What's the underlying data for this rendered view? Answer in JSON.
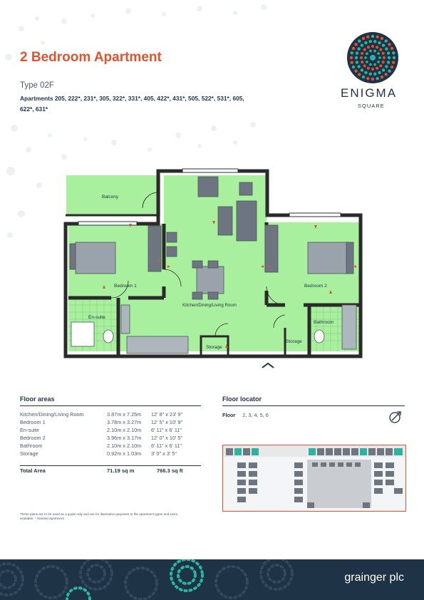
{
  "header": {
    "title": "2 Bedroom Apartment",
    "type": "Type 02F",
    "apartments": "Apartments 205, 222*, 231*, 305, 322*, 331*, 405, 422*, 431*, 505, 522*, 531*, 605, 622*, 631*"
  },
  "brand": {
    "name": "ENIGMA",
    "subtitle": "SQUARE",
    "accent": "#e0532e",
    "navy": "#1f3346",
    "teal": "#2bb5a0"
  },
  "plan": {
    "room_color": "#a8ef9e",
    "rooms": {
      "balcony": "Balcony",
      "bedroom1": "Bedroom 1",
      "ensuite": "En-suite",
      "kitchen": "Kitchen/Dining/Living Room",
      "bedroom2": "Bedroom 2",
      "bathroom": "Bathroom",
      "storage1": "Storage",
      "storage2": "Storage"
    }
  },
  "floor_areas": {
    "heading": "Floor areas",
    "rows": [
      {
        "room": "Kitchen/Dining/Living Room",
        "metric": "3.87m x 7.25m",
        "imperial": "12' 8\" x 23' 9\""
      },
      {
        "room": "Bedroom 1",
        "metric": "3.78m x 3.27m",
        "imperial": "12' 5\" x 10' 9\""
      },
      {
        "room": "En-suite",
        "metric": "2.10m x 2.10m",
        "imperial": "6' 11\" x 6' 11\""
      },
      {
        "room": "Bedroom 2",
        "metric": "3.96m x 3.17m",
        "imperial": "12' 0\" x 10' 5\""
      },
      {
        "room": "Bathroom",
        "metric": "2.10m x 2.10m",
        "imperial": "6' 11\" x 6' 11\""
      },
      {
        "room": "Storage",
        "metric": "0.92m x 1.03m",
        "imperial": "3' 0\" x 3' 5\""
      }
    ],
    "total": {
      "label": "Total Area",
      "metric": "71.19 sq m",
      "imperial": "766.3 sq ft"
    }
  },
  "floor_locator": {
    "heading": "Floor locator",
    "floor_label": "Floor",
    "floors": "2, 3, 4, 5, 6"
  },
  "disclaimer": "These plans are to be used as a guide only and are for illustrative purposes to the apartment types and sizes available. * Handed apartment",
  "footer": {
    "company": "grainger plc"
  }
}
